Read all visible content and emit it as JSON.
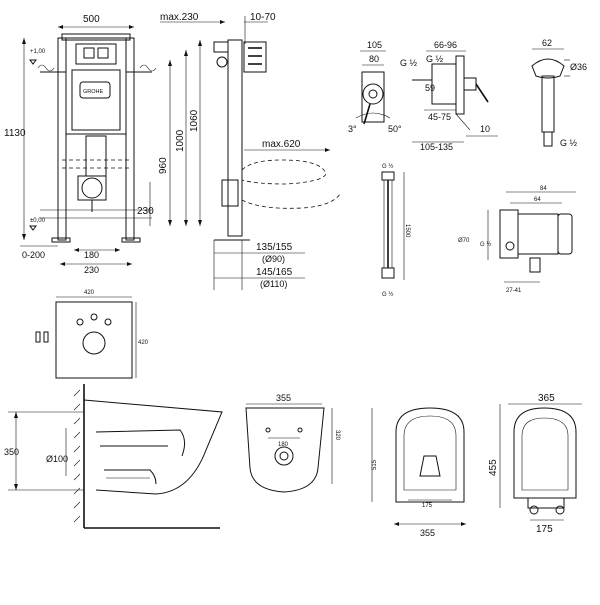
{
  "frame": {
    "width": "500",
    "max_depth": "max.230",
    "flange": "10-70",
    "height_total": "1130",
    "height_1060": "1060",
    "height_1000": "1000",
    "height_960": "960",
    "max_620": "max.620",
    "d230": "230",
    "level_plus": "+1,00",
    "level_zero": "±0,00",
    "range_0_200": "0-200",
    "d180": "180",
    "d230b": "230",
    "pipe_a": "135/155",
    "pipe_a_dia": "(Ø90)",
    "pipe_b": "145/165",
    "pipe_b_dia": "(Ø110)",
    "brand": "GROHE"
  },
  "mixer": {
    "d105": "105",
    "d80": "80",
    "d66_96": "66-96",
    "g12a": "G ½",
    "g12b": "G ½",
    "d59": "59",
    "d45_75": "45-75",
    "d10": "10",
    "d105_135": "105-135",
    "angle3": "3°",
    "angle50": "50°"
  },
  "shower_head": {
    "d62": "62",
    "dia36": "Ø36",
    "g12": "G ½"
  },
  "hose": {
    "g12_top": "G ½",
    "g12_bottom": "G ½",
    "length": "1500"
  },
  "holder": {
    "d84": "84",
    "d64": "64",
    "dia70": "Ø70",
    "g12": "G ½",
    "d27_41": "27-41"
  },
  "plate": {
    "w420": "420",
    "h420": "420"
  },
  "bowl_side": {
    "h350": "350",
    "dia100": "Ø100"
  },
  "bowl_back": {
    "w355": "355",
    "d180": "180",
    "h320": "320"
  },
  "bowl_top": {
    "len515": "515",
    "d175": "175",
    "w355": "355"
  },
  "seat": {
    "w365": "365",
    "len455": "455",
    "d175": "175"
  }
}
